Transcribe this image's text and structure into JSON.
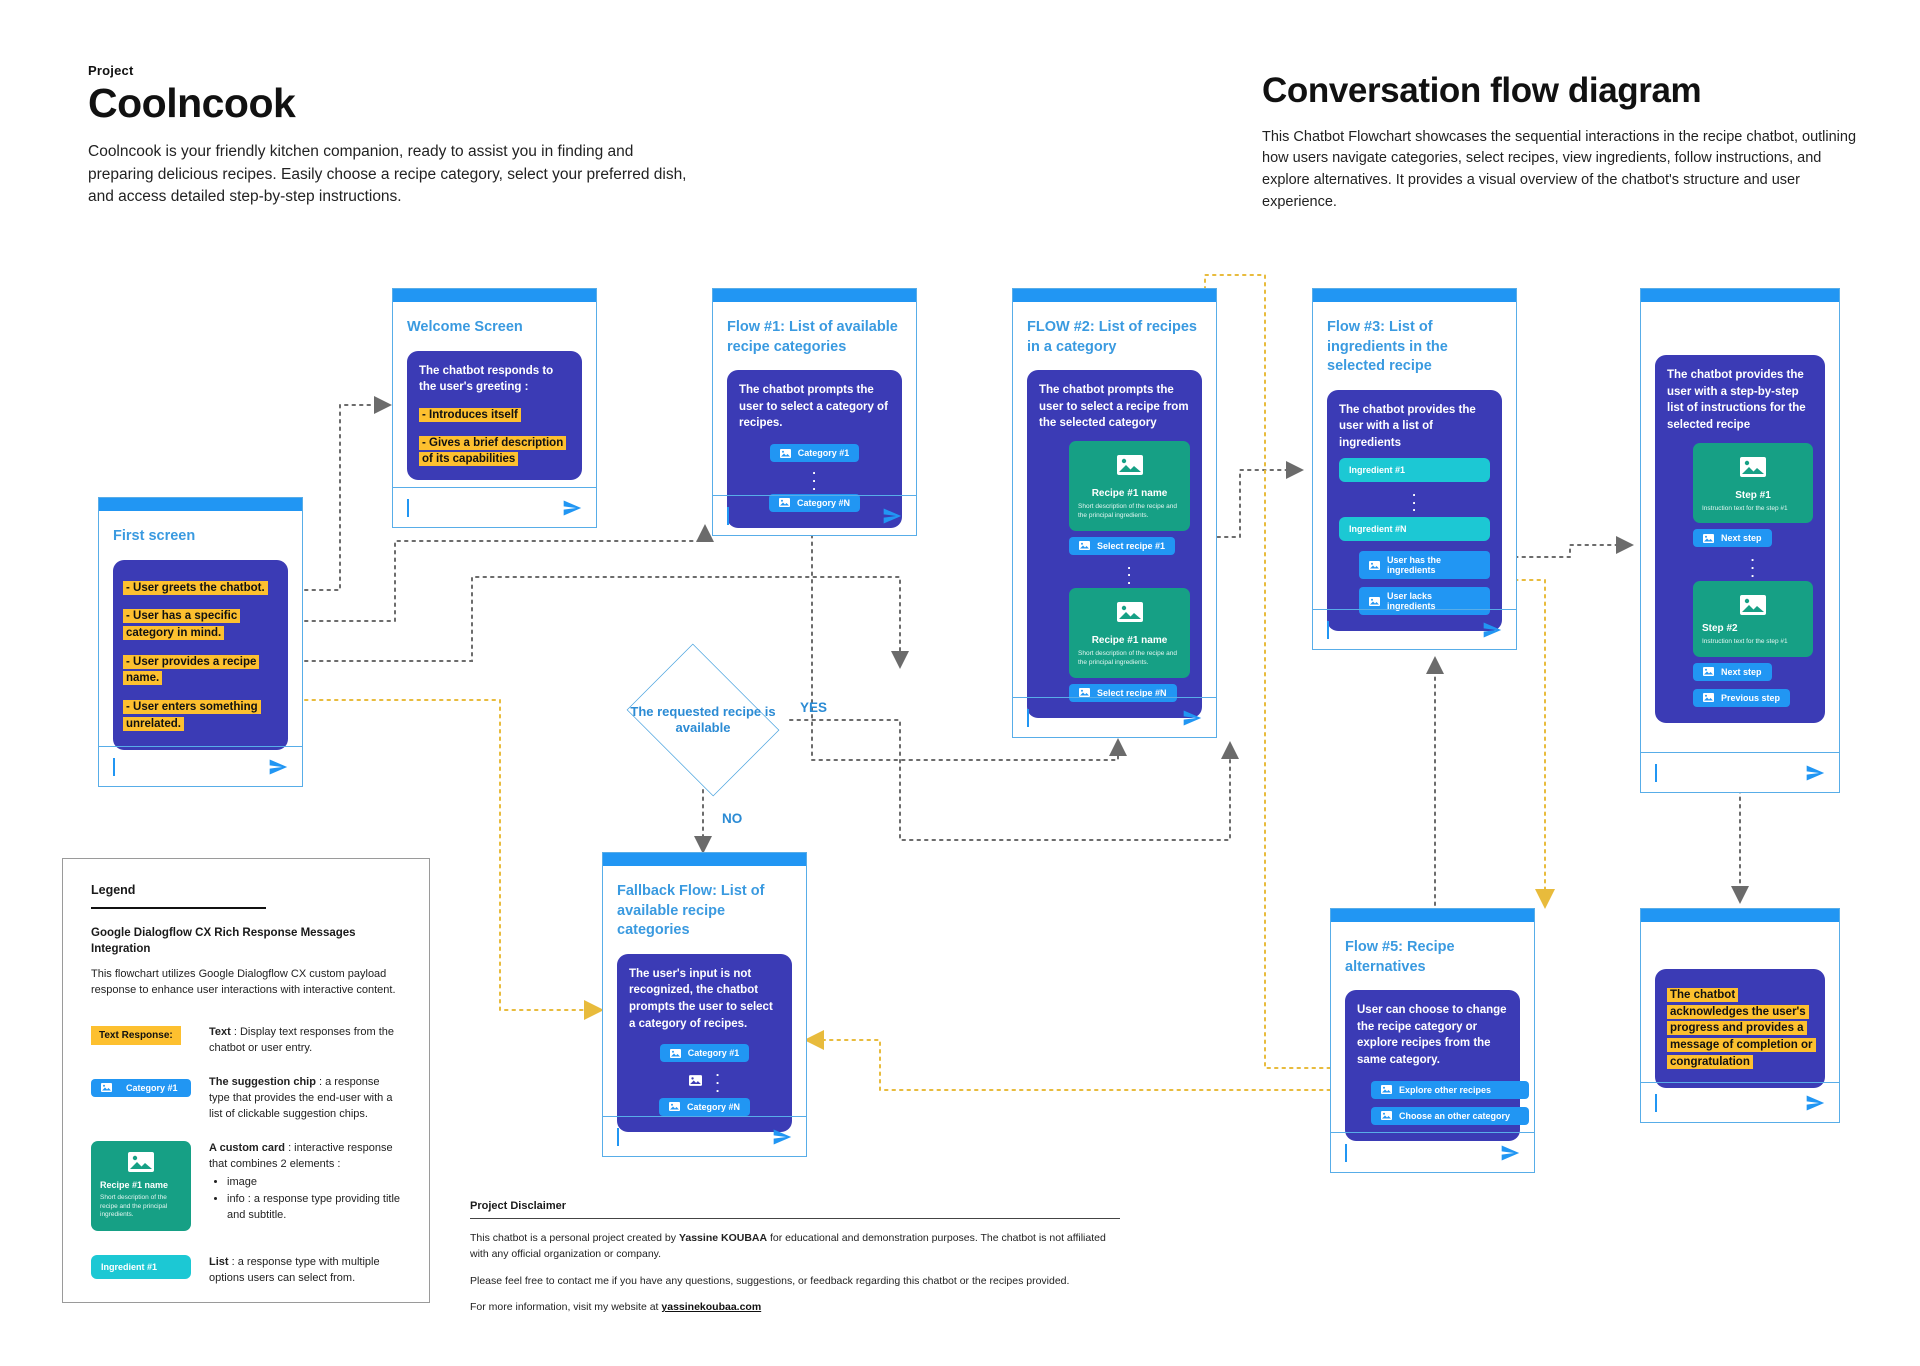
{
  "header": {
    "kicker": "Project",
    "project_title": "Coolncook",
    "project_desc": "Coolncook is your friendly kitchen companion, ready to assist you in finding and preparing delicious recipes. Easily choose a recipe category, select your preferred dish, and access detailed step-by-step instructions.",
    "diagram_title": "Conversation flow diagram",
    "diagram_desc": "This Chatbot Flowchart showcases the sequential interactions in the recipe chatbot, outlining how users navigate categories, select recipes, view ingredients, follow instructions, and explore alternatives. It provides a visual overview of the chatbot's structure and user experience."
  },
  "colors": {
    "blue_bar": "#2196f3",
    "card_border": "#58ade8",
    "bubble": "#3b3bb5",
    "highlight_yellow": "#fdc02f",
    "chip_blue": "#2196f3",
    "custom_card_green": "#16a085",
    "list_teal": "#1cc8d4",
    "title_blue": "#3a9ae0",
    "flow_arrow_gray": "#6b6b6b",
    "flow_arrow_yellow": "#e8bb3c"
  },
  "screens": {
    "first": {
      "title": "First screen",
      "items": [
        "- User greets the chatbot.",
        "- User has a specific category in mind.",
        "- User provides a recipe name.",
        "- User enters something unrelated."
      ]
    },
    "welcome": {
      "title": "Welcome Screen",
      "intro": "The chatbot responds to the user's greeting :",
      "items": [
        "- Introduces itself",
        "- Gives a brief description of its capabilities"
      ]
    },
    "flow1": {
      "title": "Flow #1: List of available recipe categories",
      "prompt": "The chatbot prompts the user to select a category of recipes.",
      "chips": [
        "Category #1",
        "Category #N"
      ]
    },
    "flow2": {
      "title": "FLOW #2: List of recipes in a category",
      "prompt": "The chatbot prompts the user to select a recipe from the selected category",
      "cards": [
        {
          "name": "Recipe #1 name",
          "desc": "Short description of the recipe and the principal ingredients.",
          "chip": "Select recipe #1"
        },
        {
          "name": "Recipe #1 name",
          "desc": "Short description of the recipe and the principal ingredients.",
          "chip": "Select recipe #N"
        }
      ]
    },
    "flow3": {
      "title": "Flow #3: List of ingredients in the selected recipe",
      "prompt": "The chatbot provides the user with a list of ingredients",
      "ingredients": [
        "Ingredient #1",
        "Ingredient #N"
      ],
      "chips": [
        "User has the ingredients",
        "User lacks ingredients"
      ]
    },
    "flow4": {
      "prompt": "The chatbot provides the user with a step-by-step list of instructions for the selected recipe",
      "steps": [
        {
          "name": "Step #1",
          "desc": "Instruction text for the step #1"
        },
        {
          "name": "Step #2",
          "desc": "Instruction text for the step #1"
        }
      ],
      "chips_after_step1": [
        "Next step"
      ],
      "chips_after_step2": [
        "Next step",
        "Previous step"
      ]
    },
    "fallback": {
      "title": "Fallback Flow: List of available recipe categories",
      "prompt": "The user's input is not recognized, the chatbot prompts the user to select a category of recipes.",
      "chips": [
        "Category #1",
        "Category #N"
      ]
    },
    "flow5": {
      "title": "Flow #5: Recipe alternatives",
      "prompt": "User can choose to change the recipe category or explore recipes from the same category.",
      "chips": [
        "Explore other recipes",
        "Choose an other category"
      ]
    },
    "final": {
      "message": "The chatbot acknowledges the user's progress and provides a message of completion or congratulation"
    }
  },
  "decision": {
    "text": "The requested recipe is available",
    "yes": "YES",
    "no": "NO"
  },
  "legend": {
    "heading": "Legend",
    "subheading": "Google Dialogflow CX Rich Response Messages Integration",
    "paragraph": "This flowchart utilizes Google Dialogflow CX custom payload response to enhance user interactions with interactive content.",
    "rows": [
      {
        "swatch_label": "Text Response:",
        "term": "Text",
        "desc": " : Display text responses from the chatbot or user entry."
      },
      {
        "swatch_label": "Category #1",
        "term": "The suggestion chip",
        "desc": " : a response type that provides the end-user with a list of clickable suggestion chips."
      },
      {
        "swatch_label": "Recipe #1 name",
        "swatch_sub": "Short description of the recipe and the principal ingredients.",
        "term": "A custom card",
        "desc": " : interactive response that combines 2 elements :",
        "bullets": [
          "image",
          "info : a response type providing title and subtitle."
        ]
      },
      {
        "swatch_label": "Ingredient #1",
        "term": "List",
        "desc": " : a response type with multiple options users can select from."
      }
    ]
  },
  "disclaimer": {
    "title": "Project Disclaimer",
    "p1_a": "This chatbot is a personal project created by ",
    "p1_b": "Yassine KOUBAA",
    "p1_c": " for educational and demonstration purposes. The chatbot is not affiliated with any official organization or company.",
    "p2": "Please feel free to contact me if you have any questions, suggestions, or feedback regarding this chatbot or the recipes provided.",
    "p3_a": "For more information, visit my website at ",
    "p3_link": "yassinekoubaa.com"
  }
}
